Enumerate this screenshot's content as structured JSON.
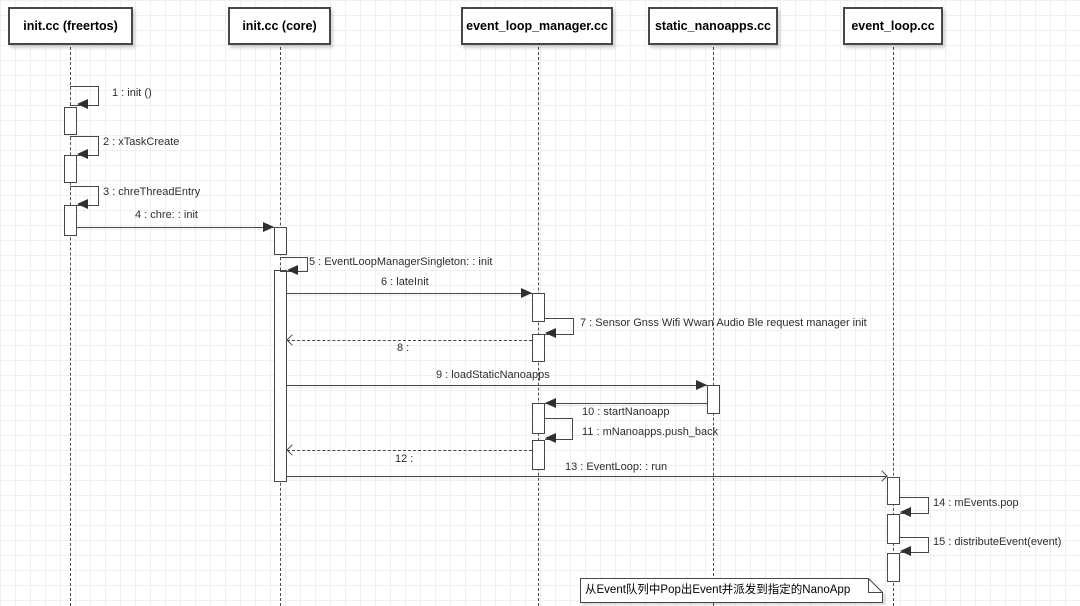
{
  "colors": {
    "background": "#ffffff",
    "grid_line": "#f0f0f0",
    "stroke": "#474747",
    "text": "#2e2e2e",
    "shape_fill": "#ffffff"
  },
  "actors": [
    {
      "label": "init.cc (freertos)"
    },
    {
      "label": "init.cc (core)"
    },
    {
      "label": "event_loop_manager.cc"
    },
    {
      "label": "static_nanoapps.cc"
    },
    {
      "label": "event_loop.cc"
    }
  ],
  "messages": [
    {
      "num": 1,
      "label": "1 : init ()",
      "type": "self",
      "from": "init.cc (freertos)",
      "to": "init.cc (freertos)"
    },
    {
      "num": 2,
      "label": "2 : xTaskCreate",
      "type": "self",
      "from": "init.cc (freertos)",
      "to": "init.cc (freertos)"
    },
    {
      "num": 3,
      "label": "3 : chreThreadEntry",
      "type": "self",
      "from": "init.cc (freertos)",
      "to": "init.cc (freertos)"
    },
    {
      "num": 4,
      "label": "4 : chre:  : init",
      "type": "call",
      "from": "init.cc (freertos)",
      "to": "init.cc (core)"
    },
    {
      "num": 5,
      "label": "5 : EventLoopManagerSingleton:  : init",
      "type": "self",
      "from": "init.cc (core)",
      "to": "init.cc (core)"
    },
    {
      "num": 6,
      "label": "6 : lateInit",
      "type": "call",
      "from": "init.cc (core)",
      "to": "event_loop_manager.cc"
    },
    {
      "num": 7,
      "label": "7 : Sensor Gnss Wifi Wwan Audio Ble request manager init",
      "type": "self",
      "from": "event_loop_manager.cc",
      "to": "event_loop_manager.cc"
    },
    {
      "num": 8,
      "label": "8 :",
      "type": "return",
      "from": "event_loop_manager.cc",
      "to": "init.cc (core)"
    },
    {
      "num": 9,
      "label": "9 : loadStaticNanoapps",
      "type": "call",
      "from": "init.cc (core)",
      "to": "static_nanoapps.cc"
    },
    {
      "num": 10,
      "label": "10 : startNanoapp",
      "type": "call",
      "from": "static_nanoapps.cc",
      "to": "event_loop_manager.cc"
    },
    {
      "num": 11,
      "label": "11 : mNanoapps.push_back",
      "type": "self",
      "from": "event_loop_manager.cc",
      "to": "event_loop_manager.cc"
    },
    {
      "num": 12,
      "label": "12 :",
      "type": "return",
      "from": "event_loop_manager.cc",
      "to": "init.cc (core)"
    },
    {
      "num": 13,
      "label": "13 : EventLoop:  : run",
      "type": "call",
      "from": "init.cc (core)",
      "to": "event_loop.cc"
    },
    {
      "num": 14,
      "label": "14 : mEvents.pop",
      "type": "self",
      "from": "event_loop.cc",
      "to": "event_loop.cc"
    },
    {
      "num": 15,
      "label": "15 : distributeEvent(event)",
      "type": "self",
      "from": "event_loop.cc",
      "to": "event_loop.cc"
    }
  ],
  "note": {
    "text": "从Event队列中Pop出Event并派发到指定的NanoApp"
  }
}
